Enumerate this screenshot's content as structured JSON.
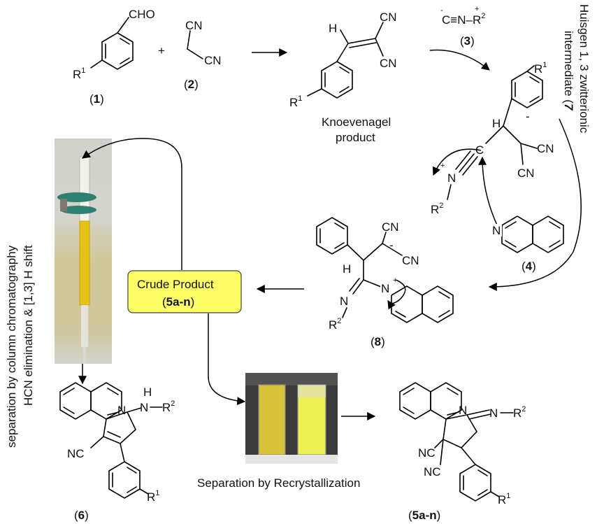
{
  "atoms": {
    "cho": "CHO",
    "cn": "CN",
    "nc": "NC",
    "h": "H",
    "n": "N",
    "plus": "+",
    "minus": "-",
    "r": "R",
    "r1_sup": "1",
    "r2_sup": "2",
    "isocyanide": "C≡N",
    "isocyanide_dash": "–R"
  },
  "labels": {
    "c1": "(1)",
    "c1_num": "1",
    "c2_num": "2",
    "c3_num": "3",
    "c4_num": "4",
    "c8_num": "8",
    "c6_num": "6",
    "c5_num": "5a-n",
    "c7_num": "7",
    "knoevenagel_l1": "Knoevenagel",
    "knoevenagel_l2": "product",
    "huisgen_l1": "Huisgen 1, 3 zwitterionic",
    "huisgen_l2": "intermediate",
    "vertical_l1": "separation by column chromatography",
    "vertical_l2": "HCN elimination & [1,3] H shift",
    "crude_l1": "Crude Product",
    "crude_l2": "5a-n",
    "recryst": "Separation  by Recrystallization"
  },
  "colors": {
    "crude_box_fill": "#ffff66",
    "crude_box_stroke": "#333333",
    "column_yellow": "#e8c21a",
    "column_white": "#f2f2ea",
    "clamp_green": "#2f7f70",
    "vial_left": "#d8c43a",
    "vial_right": "#eeee55"
  }
}
